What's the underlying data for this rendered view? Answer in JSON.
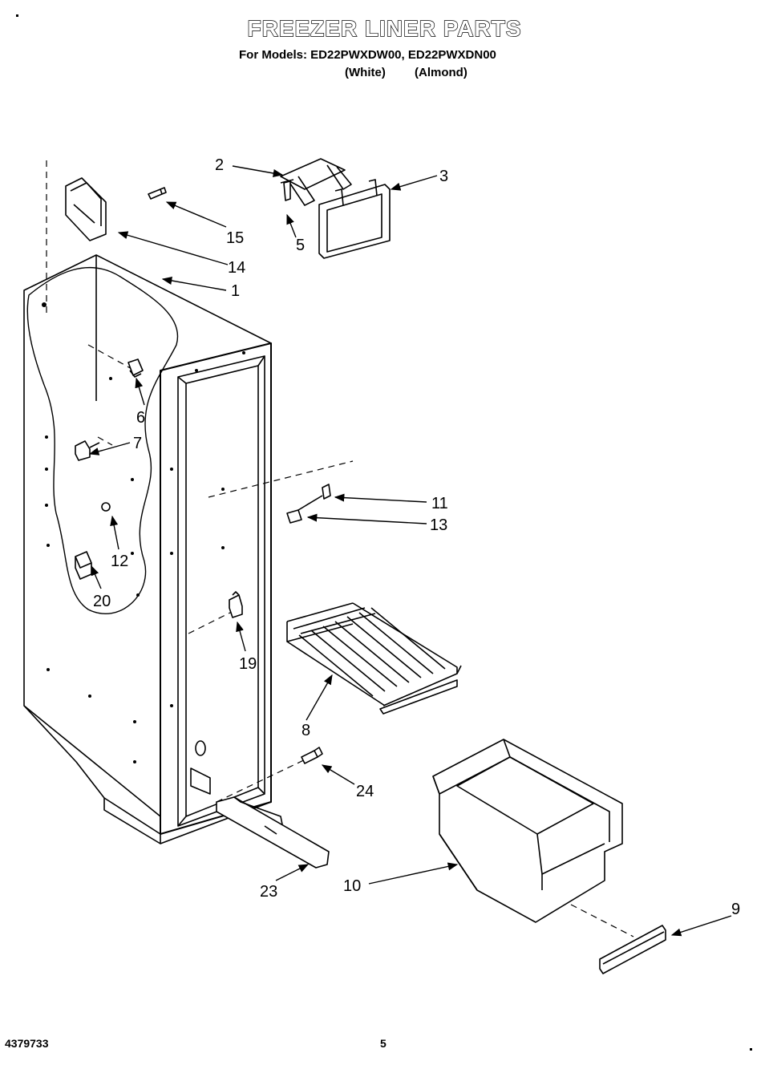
{
  "header": {
    "title": "FREEZER LINER PARTS",
    "models_line": "For Models: ED22PWXDW00, ED22PWXDN00",
    "color_white": "(White)",
    "color_almond": "(Almond)"
  },
  "callouts": [
    {
      "id": "1"
    },
    {
      "id": "2"
    },
    {
      "id": "3"
    },
    {
      "id": "5"
    },
    {
      "id": "6"
    },
    {
      "id": "7"
    },
    {
      "id": "8"
    },
    {
      "id": "9"
    },
    {
      "id": "10"
    },
    {
      "id": "11"
    },
    {
      "id": "12"
    },
    {
      "id": "13"
    },
    {
      "id": "14"
    },
    {
      "id": "15"
    },
    {
      "id": "19"
    },
    {
      "id": "20"
    },
    {
      "id": "23"
    },
    {
      "id": "24"
    }
  ],
  "footer": {
    "doc_number": "4379733",
    "page_number": "5"
  }
}
